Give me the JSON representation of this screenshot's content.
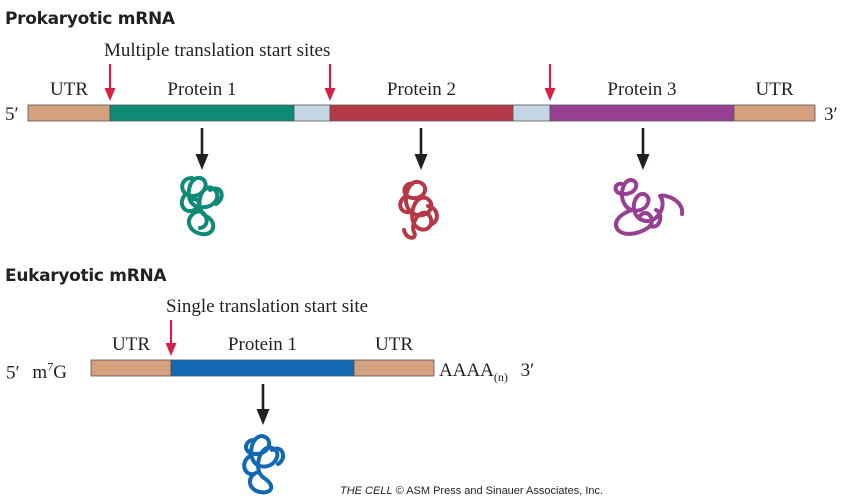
{
  "prokaryotic": {
    "title": "Prokaryotic mRNA",
    "start_sites_label": "Multiple translation start sites",
    "five_prime": "5′",
    "three_prime": "3′",
    "segments": [
      {
        "label": "UTR",
        "color": "#d4a07e"
      },
      {
        "label": "Protein 1",
        "color": "#0f8a76"
      },
      {
        "label": "",
        "color": "#c4d6e3"
      },
      {
        "label": "Protein 2",
        "color": "#b53846"
      },
      {
        "label": "",
        "color": "#c4d6e3"
      },
      {
        "label": "Protein 3",
        "color": "#973f93"
      },
      {
        "label": "UTR",
        "color": "#d4a07e"
      }
    ]
  },
  "eukaryotic": {
    "title": "Eukaryotic mRNA",
    "start_site_label": "Single translation start site",
    "five_prime": "5′",
    "cap": "m",
    "cap_sup": "7",
    "cap_g": "G",
    "polya": "AAAA",
    "polya_sub": "(n)",
    "three_prime": "3′",
    "segments": [
      {
        "label": "UTR",
        "color": "#d4a07e"
      },
      {
        "label": "Protein 1",
        "color": "#1268b3"
      },
      {
        "label": "UTR",
        "color": "#d4a07e"
      }
    ]
  },
  "credit": {
    "title_italic": "THE CELL",
    "rest": " © ASM Press and Sinauer Associates, Inc."
  },
  "colors": {
    "start_arrow": "#d61f45",
    "down_arrow": "#231f20",
    "outline": "#555555"
  }
}
